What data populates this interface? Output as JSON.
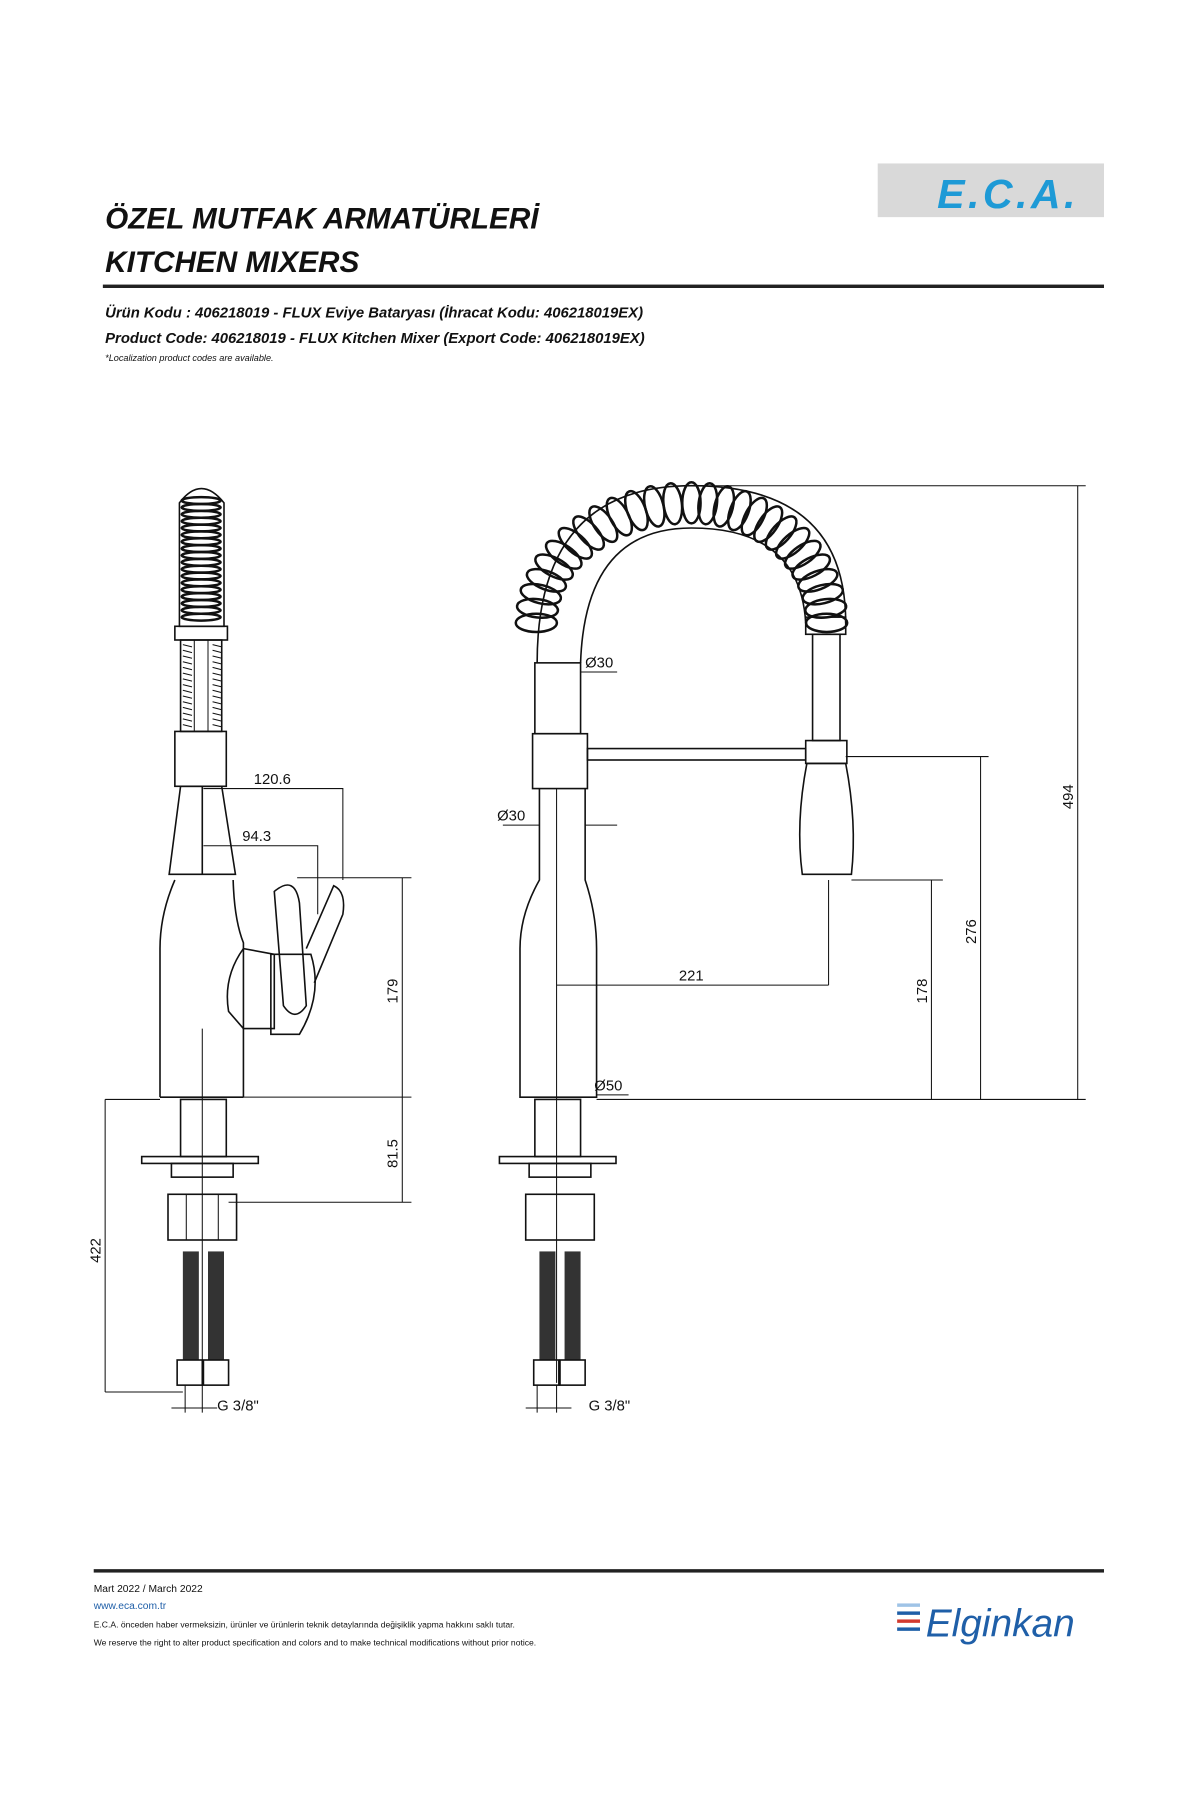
{
  "header": {
    "logo_text": "E.C.A.",
    "title_tr": "ÖZEL MUTFAK ARMATÜRLERİ",
    "title_en": "KITCHEN MIXERS",
    "product_line_tr": "Ürün Kodu     : 406218019 - FLUX Eviye Bataryası (İhracat Kodu: 406218019EX)",
    "product_line_en": "Product Code: 406218019 - FLUX Kitchen Mixer (Export Code: 406218019EX)",
    "note": "*Localization product codes are available."
  },
  "drawing": {
    "side_view": {
      "dim_120_6": "120.6",
      "dim_94_3": "94.3",
      "dim_179": "179",
      "dim_81_5": "81.5",
      "dim_422": "422",
      "thread": "G 3/8\""
    },
    "front_view": {
      "dia_hose": "Ø30",
      "dia_body": "Ø30",
      "dia_base": "Ø50",
      "dim_221": "221",
      "dim_178": "178",
      "dim_276": "276",
      "dim_494": "494",
      "thread": "G 3/8\""
    }
  },
  "footer": {
    "date": "Mart 2022 / March 2022",
    "website": "www.eca.com.tr",
    "disclaimer_tr": "E.C.A. önceden haber vermeksizin, ürünler ve ürünlerin teknik detaylarında değişiklik yapma hakkını saklı tutar.",
    "disclaimer_en": "We reserve the right to alter product specification and colors and to make technical modifications without prior notice.",
    "brand_logo_text": "Elginkan"
  },
  "colors": {
    "eca_blue": "#1e9ad6",
    "logo_bg": "#d9d9d9",
    "elginkan_blue": "#1f5fa8",
    "elginkan_red": "#d23a2f"
  }
}
